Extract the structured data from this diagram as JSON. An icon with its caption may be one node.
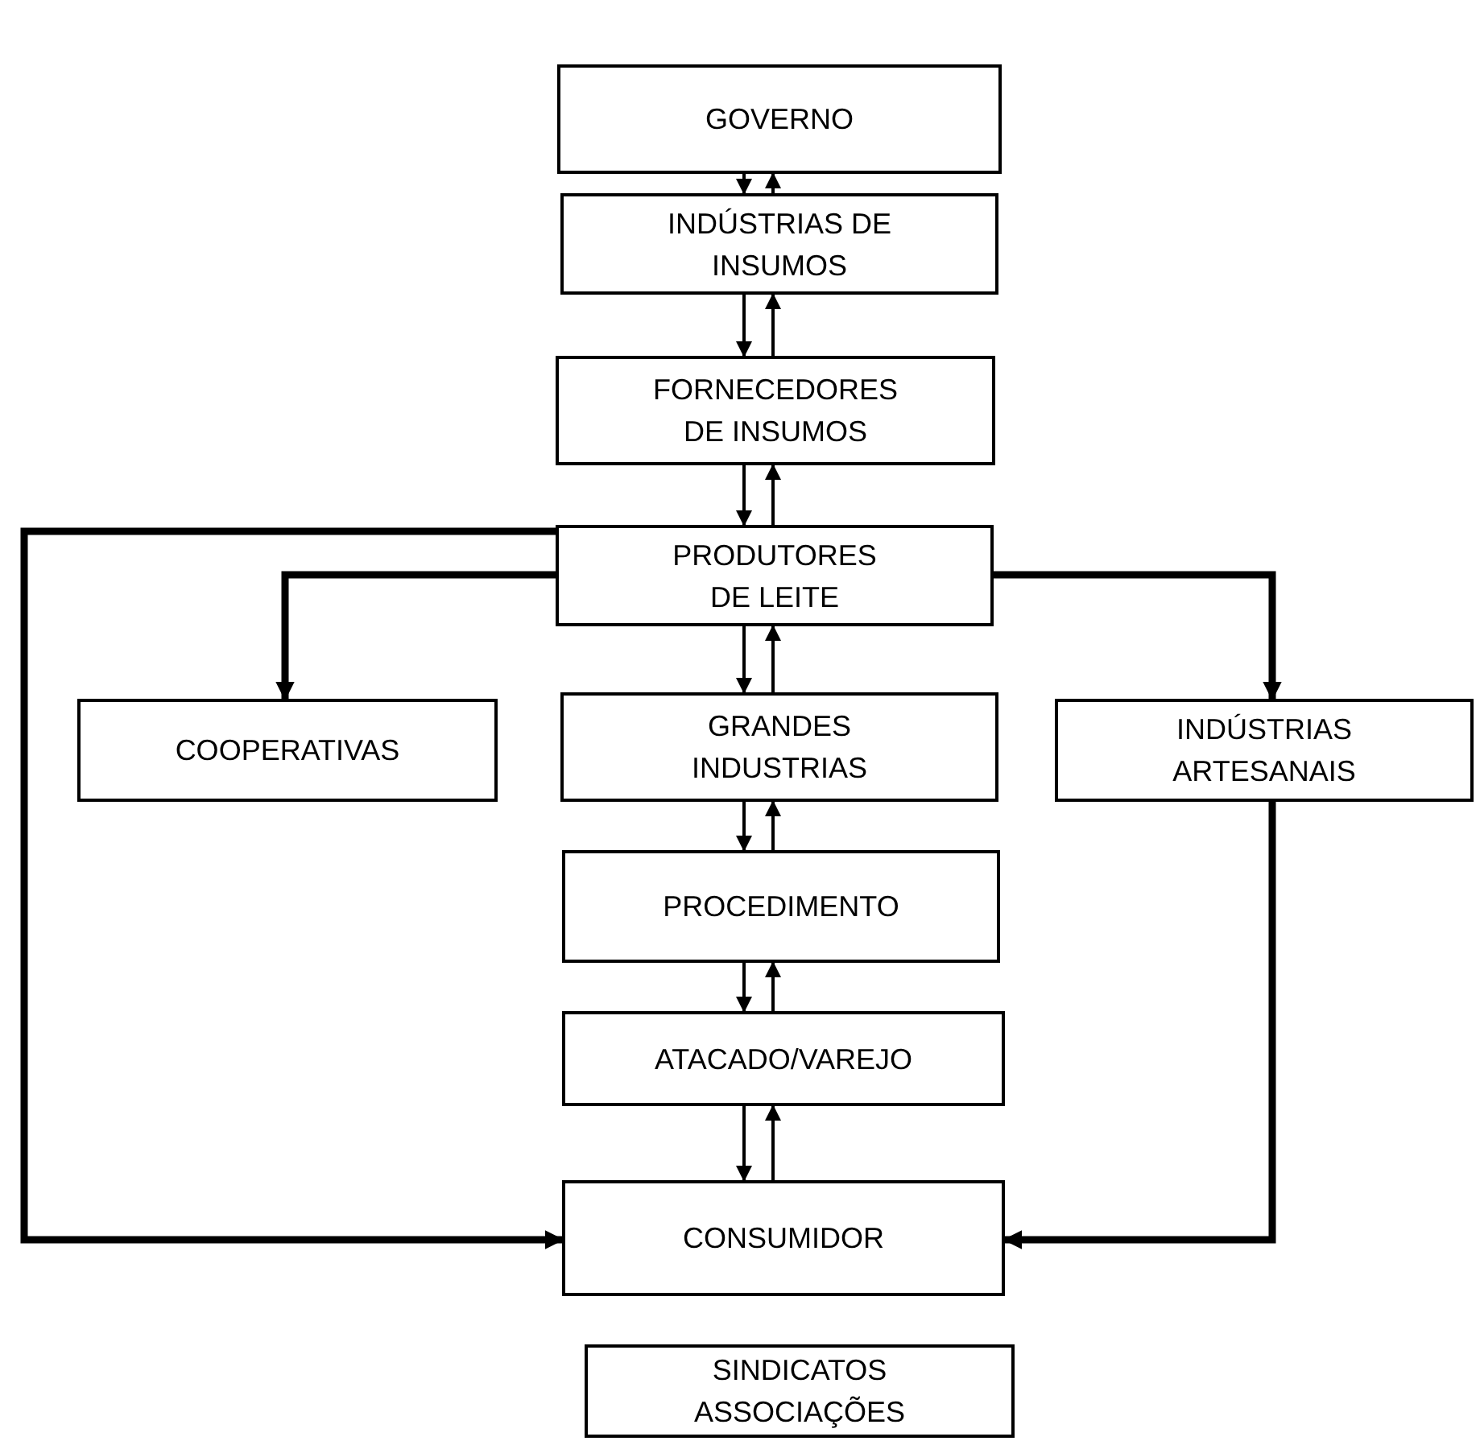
{
  "diagram": {
    "nodes": [
      {
        "text": [
          "GOVERNO"
        ]
      },
      {
        "text": [
          "INDÚSTRIAS DE INSUMOS"
        ]
      },
      {
        "text": [
          "FORNECEDORES DE INSUMOS"
        ]
      },
      {
        "text": [
          "PRODUTORES DE LEITE"
        ]
      },
      {
        "text": [
          "COOPERATIVAS"
        ]
      },
      {
        "text": [
          "GRANDES INDUSTRIAS"
        ]
      },
      {
        "text": [
          "INDÚSTRIAS ARTESANAIS"
        ]
      },
      {
        "text": [
          "PROCEDIMENTO"
        ]
      },
      {
        "text": [
          "ATACADO/VAREJO"
        ]
      },
      {
        "text": [
          "CONSUMIDOR"
        ]
      },
      {
        "text": [
          "SINDICATOS ASSOCIAÇÕES"
        ]
      }
    ],
    "edges": [
      {
        "from": 0,
        "to": 1,
        "arrow": "to"
      },
      {
        "from": 1,
        "to": 0,
        "arrow": "to"
      },
      {
        "from": 1,
        "to": 2,
        "arrow": "to"
      },
      {
        "from": 2,
        "to": 1,
        "arrow": "to"
      },
      {
        "from": 2,
        "to": 3,
        "arrow": "to"
      },
      {
        "from": 3,
        "to": 2,
        "arrow": "to"
      },
      {
        "from": 3,
        "to": 5,
        "arrow": "to"
      },
      {
        "from": 5,
        "to": 3,
        "arrow": "to"
      },
      {
        "from": 5,
        "to": 7,
        "arrow": "to"
      },
      {
        "from": 7,
        "to": 5,
        "arrow": "to"
      },
      {
        "from": 7,
        "to": 8,
        "arrow": "to"
      },
      {
        "from": 8,
        "to": 7,
        "arrow": "to"
      },
      {
        "from": 8,
        "to": 9,
        "arrow": "to"
      },
      {
        "from": 9,
        "to": 8,
        "arrow": "to"
      },
      {
        "from": 3,
        "to": 4,
        "arrow": "to",
        "style": "thick"
      },
      {
        "from": 3,
        "to": 6,
        "arrow": "to",
        "style": "thick"
      },
      {
        "from": 3,
        "to": 9,
        "arrow": "to",
        "style": "thick"
      },
      {
        "from": 6,
        "to": 9,
        "arrow": "to",
        "style": "thick"
      }
    ]
  }
}
